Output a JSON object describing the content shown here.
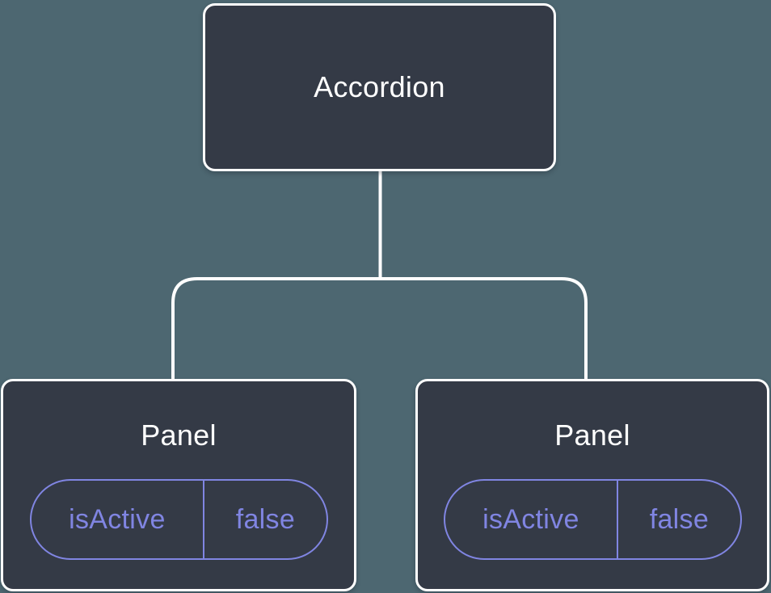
{
  "diagram": {
    "root_node": {
      "label": "Accordion"
    },
    "panels": [
      {
        "label": "Panel",
        "state_key": "isActive",
        "state_value": "false"
      },
      {
        "label": "Panel",
        "state_key": "isActive",
        "state_value": "false"
      }
    ],
    "colors": {
      "canvas_background": "#4d6771",
      "node_fill": "#343a46",
      "node_border": "#ffffff",
      "connector": "#ffffff",
      "state_accent": "#8085e2"
    }
  }
}
